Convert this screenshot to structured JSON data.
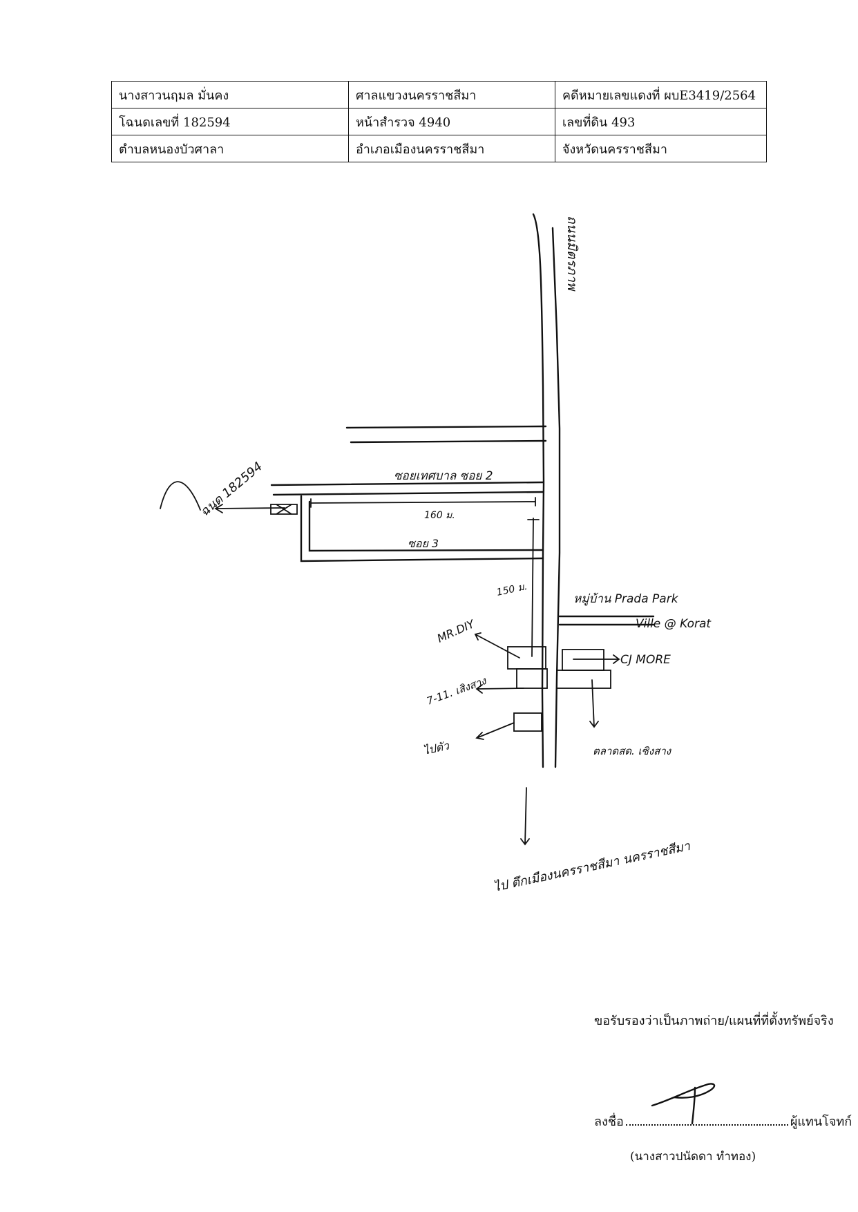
{
  "header_table": {
    "rows": [
      [
        "นางสาวนฤมล มั่นคง",
        "ศาลแขวงนครราชสีมา",
        "คดีหมายเลขแดงที่ ผบE3419/2564"
      ],
      [
        "โฉนดเลขที่   182594",
        "หน้าสำรวจ   4940",
        "เลขที่ดิน 493"
      ],
      [
        "ตำบลหนองบัวศาลา",
        "อำเภอเมืองนครราชสีมา",
        "จังหวัดนครราชสีมา"
      ]
    ]
  },
  "map": {
    "labels": {
      "highway": "ถนนมิตรภาพ",
      "plot": "ฉนด 182594",
      "soi_2": "ซอยเทศบาล ซอย 2",
      "soi_3": "ซอย 3",
      "distance_160": "160 ม.",
      "distance_150": "150 ม.",
      "village": "หมู่บ้าน Prada Park",
      "village_2": "Ville @ Korat",
      "mrdiy": "MR.DIY",
      "seven_eleven": "7-11. เสิงสาง",
      "cjmore": "CJ MORE",
      "market": "ตลาดสด. เซิงสาง",
      "gas": "ไปตัว",
      "to_city": "ไป ตึกเมืองนครราชสีมา นครราชสีมา"
    }
  },
  "certification": {
    "statement": "ขอรับรองว่าเป็นภาพถ่าย/แผนที่ที่ตั้งทรัพย์จริง",
    "sign_label": "ลงชื่อ",
    "role": "ผู้แทนโจทก์",
    "signer_name": "(นางสาวปนัดดา ทำทอง)"
  }
}
